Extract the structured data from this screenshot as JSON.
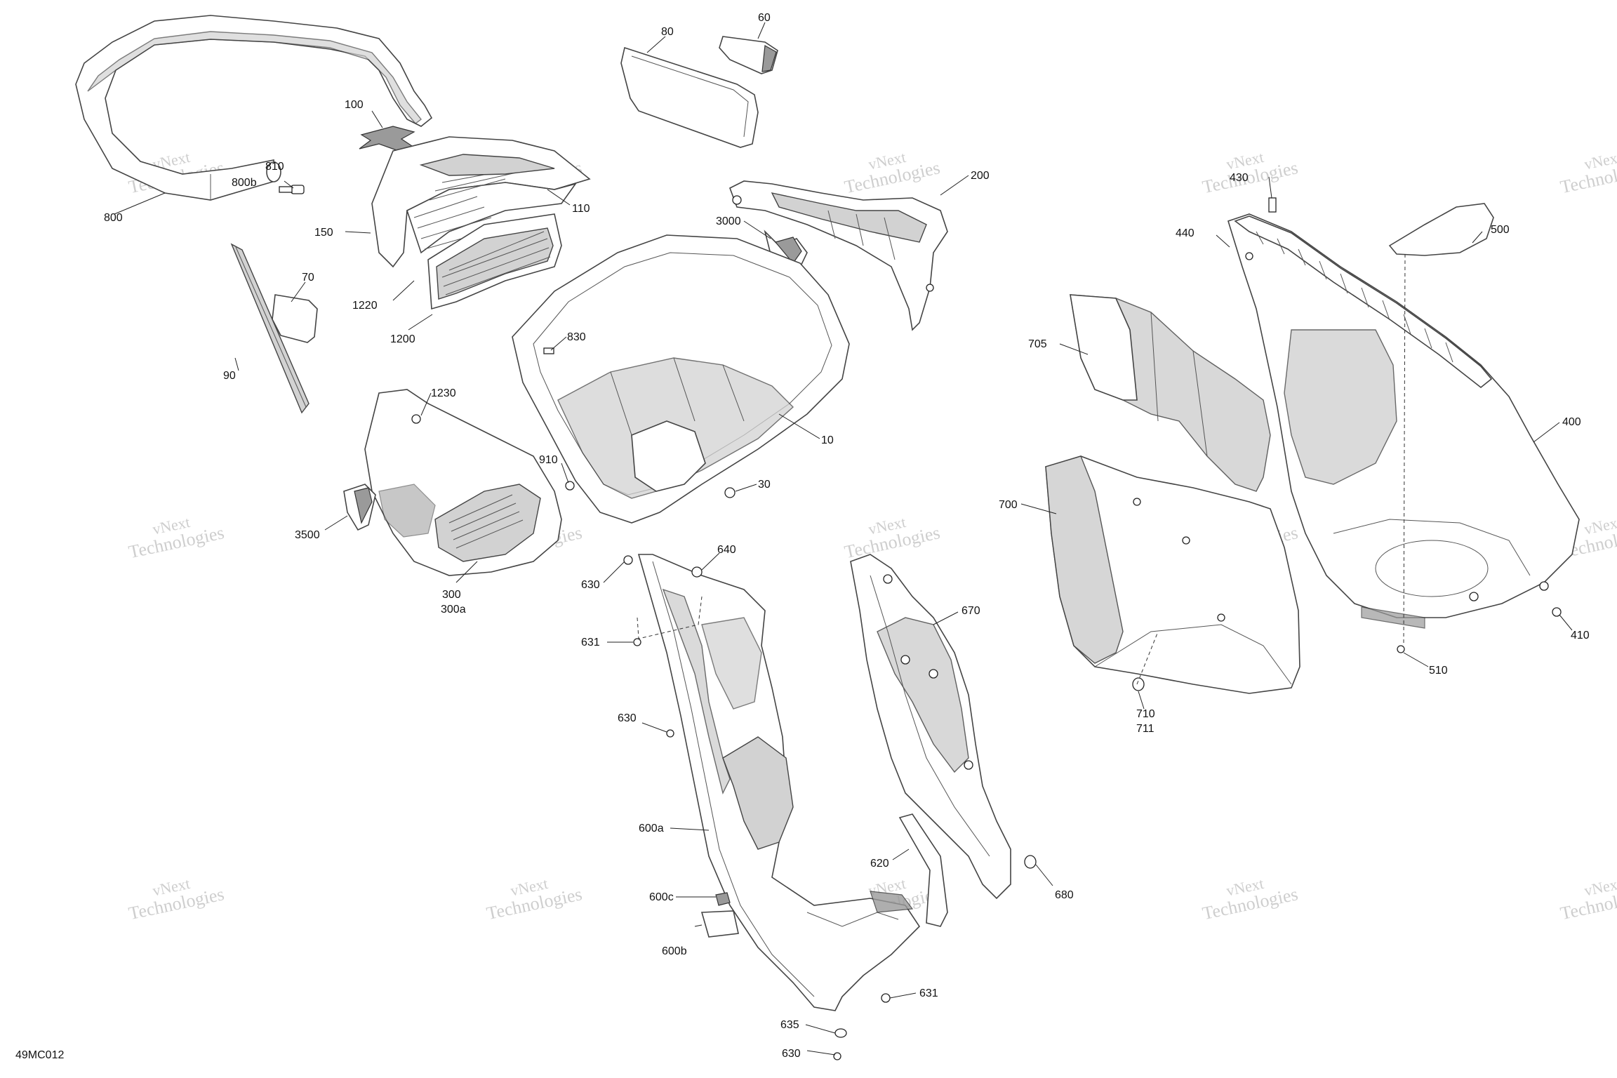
{
  "diagram_code": "49MC012",
  "watermark": {
    "line1": "vNext",
    "line2": "Technologies"
  },
  "callouts": [
    {
      "id": "c100",
      "text": "100"
    },
    {
      "id": "c80",
      "text": "80"
    },
    {
      "id": "c60",
      "text": "60"
    },
    {
      "id": "c810",
      "text": "810"
    },
    {
      "id": "c800b",
      "text": "800b"
    },
    {
      "id": "c800",
      "text": "800"
    },
    {
      "id": "c110",
      "text": "110"
    },
    {
      "id": "c150",
      "text": "150"
    },
    {
      "id": "c200",
      "text": "200"
    },
    {
      "id": "c3000",
      "text": "3000"
    },
    {
      "id": "c70",
      "text": "70"
    },
    {
      "id": "c1220",
      "text": "1220"
    },
    {
      "id": "c1200",
      "text": "1200"
    },
    {
      "id": "c830",
      "text": "830"
    },
    {
      "id": "c90",
      "text": "90"
    },
    {
      "id": "c1230",
      "text": "1230"
    },
    {
      "id": "c10",
      "text": "10"
    },
    {
      "id": "c910",
      "text": "910"
    },
    {
      "id": "c30",
      "text": "30"
    },
    {
      "id": "c3500",
      "text": "3500"
    },
    {
      "id": "c300",
      "text": "300"
    },
    {
      "id": "c300a",
      "text": "300a"
    },
    {
      "id": "c640",
      "text": "640"
    },
    {
      "id": "c630a",
      "text": "630"
    },
    {
      "id": "c631a",
      "text": "631"
    },
    {
      "id": "c670",
      "text": "670"
    },
    {
      "id": "c630b",
      "text": "630"
    },
    {
      "id": "c600a",
      "text": "600a"
    },
    {
      "id": "c620",
      "text": "620"
    },
    {
      "id": "c600c",
      "text": "600c"
    },
    {
      "id": "c600b",
      "text": "600b"
    },
    {
      "id": "c631b",
      "text": "631"
    },
    {
      "id": "c635",
      "text": "635"
    },
    {
      "id": "c630c",
      "text": "630"
    },
    {
      "id": "c680",
      "text": "680"
    },
    {
      "id": "c430",
      "text": "430"
    },
    {
      "id": "c440",
      "text": "440"
    },
    {
      "id": "c500",
      "text": "500"
    },
    {
      "id": "c705",
      "text": "705"
    },
    {
      "id": "c400",
      "text": "400"
    },
    {
      "id": "c700",
      "text": "700"
    },
    {
      "id": "c410",
      "text": "410"
    },
    {
      "id": "c510",
      "text": "510"
    },
    {
      "id": "c710",
      "text": "710"
    },
    {
      "id": "c711",
      "text": "711"
    }
  ]
}
